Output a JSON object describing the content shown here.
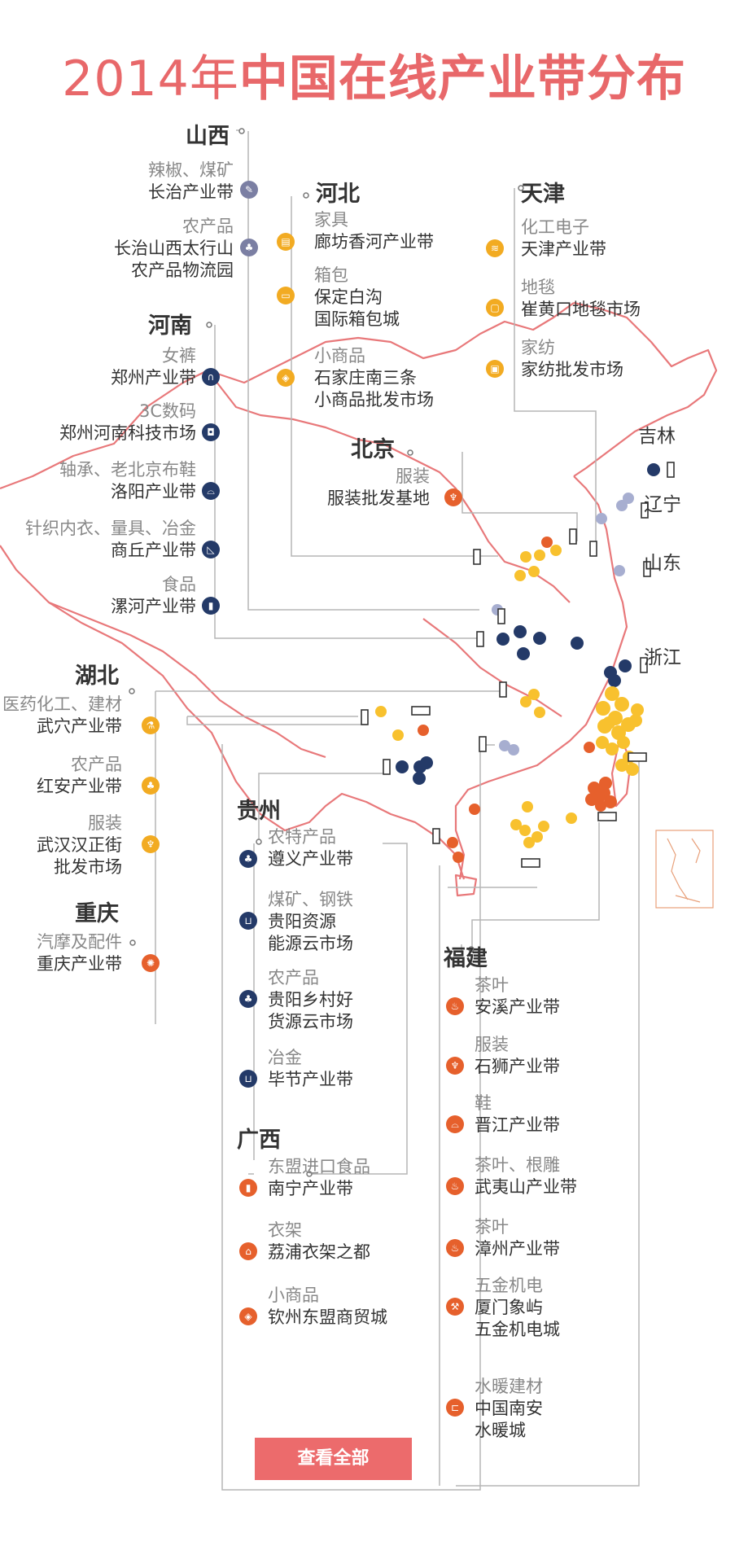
{
  "title": {
    "year": "2014年",
    "main": "中国在线产业带分布"
  },
  "colors": {
    "title": "#e8686a",
    "line": "#b5b5b5",
    "border": "#e8787a",
    "slate": "#7b7fa3",
    "navy": "#243a68",
    "amber": "#f2ab22",
    "orange": "#e6602c",
    "button": "#ec6b6c"
  },
  "provinces": {
    "shanxi": {
      "name": "山西",
      "items": [
        {
          "cat": "辣椒、煤矿",
          "place": "长治产业带",
          "icon": "pepper-icon"
        },
        {
          "cat": "农产品",
          "place": "长治山西太行山",
          "place2": "农产品物流园",
          "icon": "wheat-icon"
        }
      ]
    },
    "hebei": {
      "name": "河北",
      "items": [
        {
          "cat": "家具",
          "place": "廊坊香河产业带",
          "icon": "cabinet-icon"
        },
        {
          "cat": "箱包",
          "place": "保定白沟",
          "place2": "国际箱包城",
          "icon": "suitcase-icon"
        },
        {
          "cat": "小商品",
          "place": "石家庄南三条",
          "place2": "小商品批发市场",
          "icon": "tag-icon"
        }
      ]
    },
    "tianjin": {
      "name": "天津",
      "items": [
        {
          "cat": "化工电子",
          "place": "天津产业带",
          "icon": "circuit-icon"
        },
        {
          "cat": "地毯",
          "place": "崔黄口地毯市场",
          "icon": "rug-icon"
        },
        {
          "cat": "家纺",
          "place": "家纺批发市场",
          "icon": "bedding-icon"
        }
      ]
    },
    "henan": {
      "name": "河南",
      "items": [
        {
          "cat": "女裤",
          "place": "郑州产业带",
          "icon": "pants-icon"
        },
        {
          "cat": "3C数码",
          "place": "郑州河南科技市场",
          "icon": "camera-icon"
        },
        {
          "cat": "轴承、老北京布鞋",
          "place": "洛阳产业带",
          "icon": "shoe-icon"
        },
        {
          "cat": "针织内衣、量具、冶金",
          "place": "商丘产业带",
          "icon": "ruler-icon"
        },
        {
          "cat": "食品",
          "place": "漯河产业带",
          "icon": "bottle-icon"
        }
      ]
    },
    "beijing": {
      "name": "北京",
      "items": [
        {
          "cat": "服装",
          "place": "服装批发基地",
          "icon": "shirt-icon"
        }
      ]
    },
    "hubei": {
      "name": "湖北",
      "items": [
        {
          "cat": "医药化工、建材",
          "place": "武穴产业带",
          "icon": "flask-icon"
        },
        {
          "cat": "农产品",
          "place": "红安产业带",
          "icon": "wheat-icon"
        },
        {
          "cat": "服装",
          "place": "武汉汉正街",
          "place2": "批发市场",
          "icon": "shirt-icon"
        }
      ]
    },
    "chongqing": {
      "name": "重庆",
      "items": [
        {
          "cat": "汽摩及配件",
          "place": "重庆产业带",
          "icon": "gear-icon"
        }
      ]
    },
    "guizhou": {
      "name": "贵州",
      "items": [
        {
          "cat": "农特产品",
          "place": "遵义产业带",
          "icon": "wheat-icon"
        },
        {
          "cat": "煤矿、钢铁",
          "place": "贵阳资源",
          "place2": "能源云市场",
          "icon": "cart-icon"
        },
        {
          "cat": "农产品",
          "place": "贵阳乡村好",
          "place2": "货源云市场",
          "icon": "wheat-icon"
        },
        {
          "cat": "冶金",
          "place": "毕节产业带",
          "icon": "cart-icon"
        }
      ]
    },
    "guangxi": {
      "name": "广西",
      "items": [
        {
          "cat": "东盟进口食品",
          "place": "南宁产业带",
          "icon": "bottle-icon"
        },
        {
          "cat": "衣架",
          "place": "荔浦衣架之都",
          "icon": "hanger-icon"
        },
        {
          "cat": "小商品",
          "place": "钦州东盟商贸城",
          "icon": "tag-icon"
        }
      ]
    },
    "fujian": {
      "name": "福建",
      "items": [
        {
          "cat": "茶叶",
          "place": "安溪产业带",
          "icon": "tea-icon"
        },
        {
          "cat": "服装",
          "place": "石狮产业带",
          "icon": "shirt-icon"
        },
        {
          "cat": "鞋",
          "place": "晋江产业带",
          "icon": "shoe-icon"
        },
        {
          "cat": "茶叶、根雕",
          "place": "武夷山产业带",
          "icon": "tea-icon"
        },
        {
          "cat": "茶叶",
          "place": "漳州产业带",
          "icon": "tea-icon"
        },
        {
          "cat": "五金机电",
          "place": "厦门象屿",
          "place2": "五金机电城",
          "icon": "wrench-icon"
        },
        {
          "cat": "水暖建材",
          "place": "中国南安",
          "place2": "水暖城",
          "icon": "faucet-icon"
        }
      ]
    }
  },
  "map_labels": {
    "jilin": "吉林",
    "liaoning": "辽宁",
    "shandong": "山东",
    "zhejiang": "浙江"
  },
  "button": {
    "label": "查看全部"
  }
}
